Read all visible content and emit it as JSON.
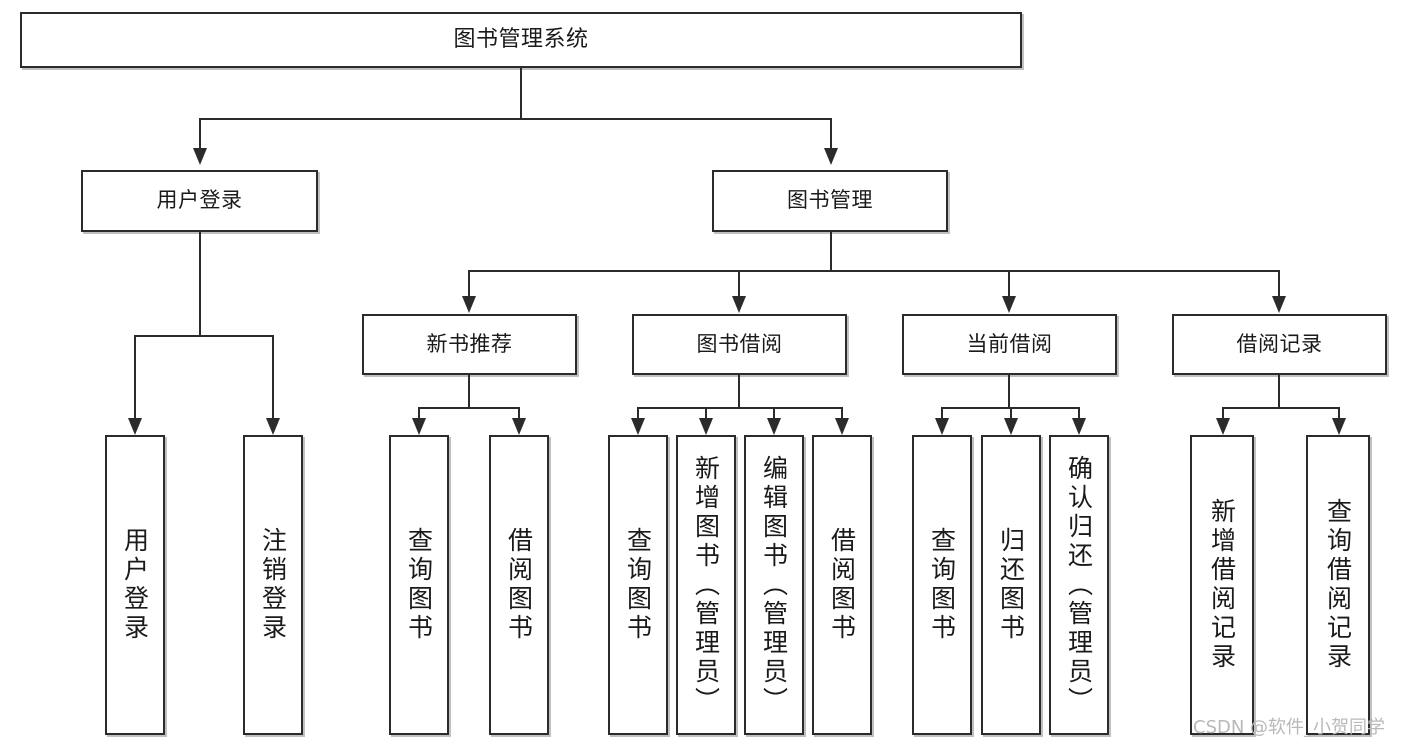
{
  "diagram": {
    "title": "图书管理系统",
    "type": "tree",
    "root": {
      "label": "图书管理系统"
    },
    "level2": [
      {
        "id": "user-login",
        "label": "用户登录"
      },
      {
        "id": "book-manage",
        "label": "图书管理"
      }
    ],
    "level3": [
      {
        "id": "new-book-recommend",
        "label": "新书推荐",
        "parent": "book-manage"
      },
      {
        "id": "book-borrow",
        "label": "图书借阅",
        "parent": "book-manage"
      },
      {
        "id": "current-borrow",
        "label": "当前借阅",
        "parent": "book-manage"
      },
      {
        "id": "borrow-record",
        "label": "借阅记录",
        "parent": "book-manage"
      }
    ],
    "leaves": [
      {
        "id": "leaf-user-login",
        "label": "用户登录",
        "parent": "user-login"
      },
      {
        "id": "leaf-logout-login",
        "label": "注销登录",
        "parent": "user-login"
      },
      {
        "id": "leaf-query-book-1",
        "label": "查询图书",
        "parent": "new-book-recommend"
      },
      {
        "id": "leaf-borrow-book-1",
        "label": "借阅图书",
        "parent": "new-book-recommend"
      },
      {
        "id": "leaf-query-book-2",
        "label": "查询图书",
        "parent": "book-borrow"
      },
      {
        "id": "leaf-add-book",
        "label": "新增图书（管理员）",
        "parent": "book-borrow"
      },
      {
        "id": "leaf-edit-book",
        "label": "编辑图书（管理员）",
        "parent": "book-borrow"
      },
      {
        "id": "leaf-borrow-book-2",
        "label": "借阅图书",
        "parent": "book-borrow"
      },
      {
        "id": "leaf-query-book-3",
        "label": "查询图书",
        "parent": "current-borrow"
      },
      {
        "id": "leaf-return-book",
        "label": "归还图书",
        "parent": "current-borrow"
      },
      {
        "id": "leaf-confirm-return",
        "label": "确认归还（管理员）",
        "parent": "current-borrow"
      },
      {
        "id": "leaf-add-record",
        "label": "新增借阅记录",
        "parent": "borrow-record"
      },
      {
        "id": "leaf-query-record",
        "label": "查询借阅记录",
        "parent": "borrow-record"
      }
    ],
    "colors": {
      "box_border": "#2b2b2b",
      "box_fill": "#ffffff",
      "connector": "#2b2b2b",
      "text": "#1a1a1a",
      "watermark": "#b9b9b9"
    }
  },
  "watermark": {
    "text": "CSDN @软件_小贺同学"
  }
}
